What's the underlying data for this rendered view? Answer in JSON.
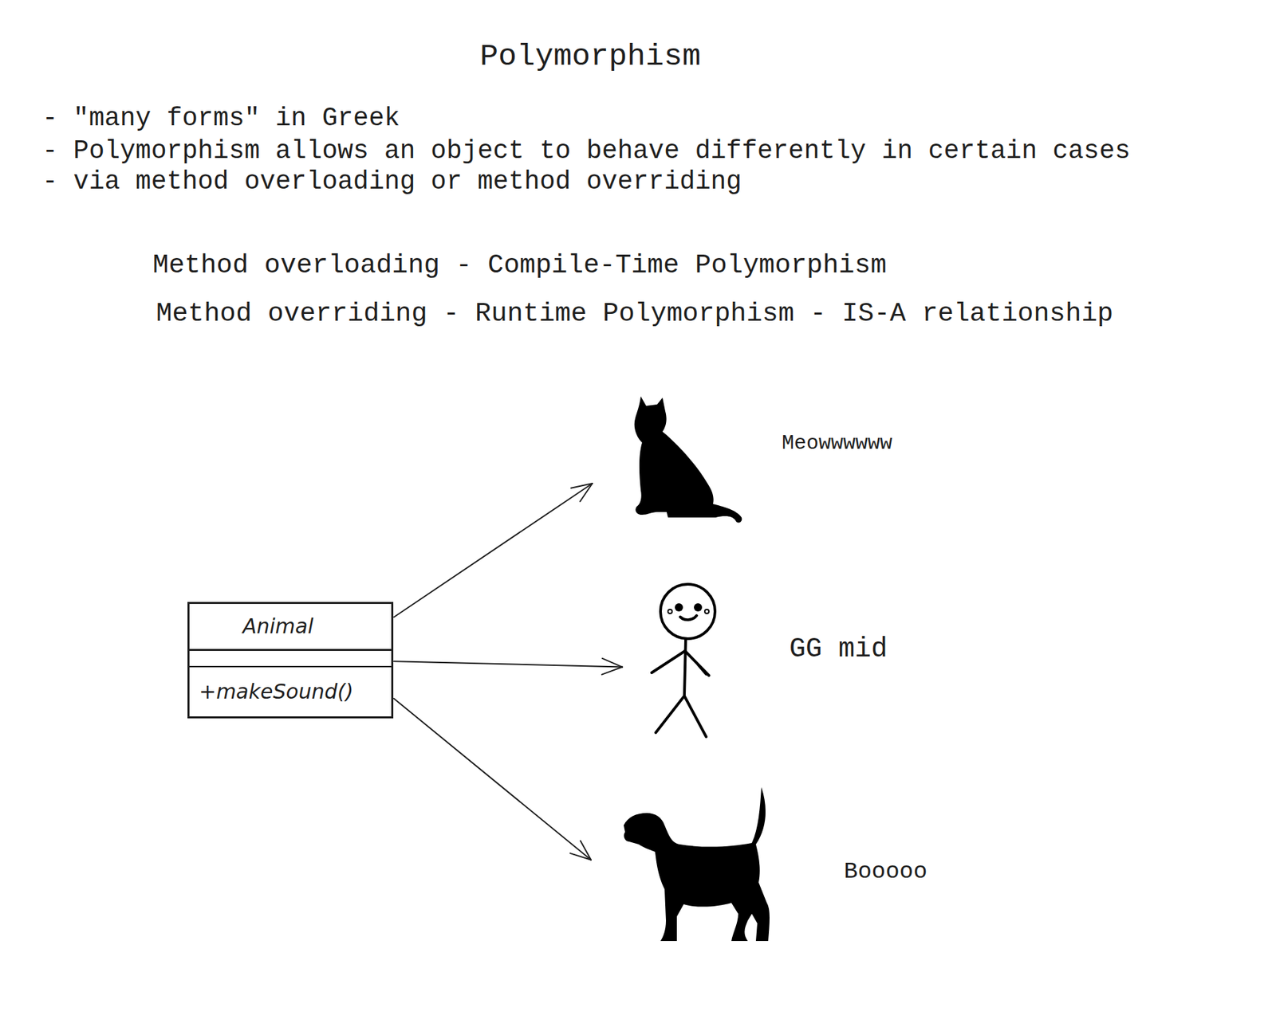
{
  "diagram": {
    "title": "Polymorphism",
    "nodes": [
      {
        "text": [
          "Animal",
          "+makeSound()"
        ]
      },
      {
        "text": [
          "Meowwwwww"
        ]
      },
      {
        "text": [
          "GG mid"
        ]
      },
      {
        "text": [
          "Booooo"
        ]
      }
    ],
    "edges": [
      {
        "from": 0,
        "to": 1,
        "arrow": "to"
      },
      {
        "from": 0,
        "to": 2,
        "arrow": "to"
      },
      {
        "from": 0,
        "to": 3,
        "arrow": "to"
      }
    ],
    "labels": [
      "- \"many forms\" in Greek",
      "- Polymorphism allows an object to behave differently in certain cases",
      "- via method overloading or method overriding",
      "Method overloading - Compile-Time Polymorphism",
      "Method overriding - Runtime Polymorphism - IS-A relationship"
    ]
  }
}
